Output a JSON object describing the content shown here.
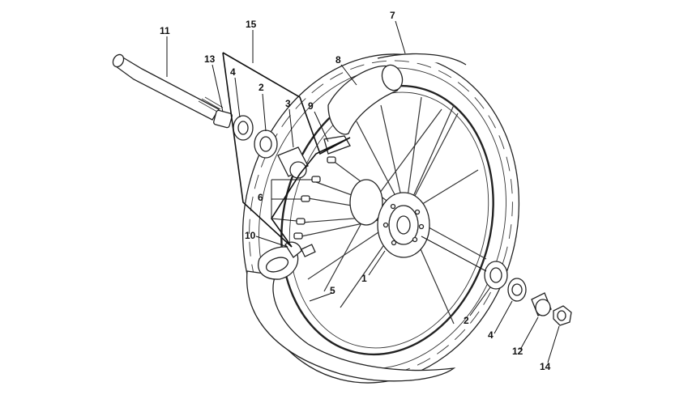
{
  "colors": {
    "line": "#111111",
    "background": "#ffffff"
  },
  "callouts": [
    {
      "id": "c11",
      "text": "11"
    },
    {
      "id": "c15",
      "text": "15"
    },
    {
      "id": "c7",
      "text": "7"
    },
    {
      "id": "c13",
      "text": "13"
    },
    {
      "id": "c4a",
      "text": "4"
    },
    {
      "id": "c2a",
      "text": "2"
    },
    {
      "id": "c8",
      "text": "8"
    },
    {
      "id": "c3",
      "text": "3"
    },
    {
      "id": "c9",
      "text": "9"
    },
    {
      "id": "c6",
      "text": "6"
    },
    {
      "id": "c10",
      "text": "10"
    },
    {
      "id": "c1",
      "text": "1"
    },
    {
      "id": "c5",
      "text": "5"
    },
    {
      "id": "c2b",
      "text": "2"
    },
    {
      "id": "c4b",
      "text": "4"
    },
    {
      "id": "c12",
      "text": "12"
    },
    {
      "id": "c14",
      "text": "14"
    }
  ]
}
